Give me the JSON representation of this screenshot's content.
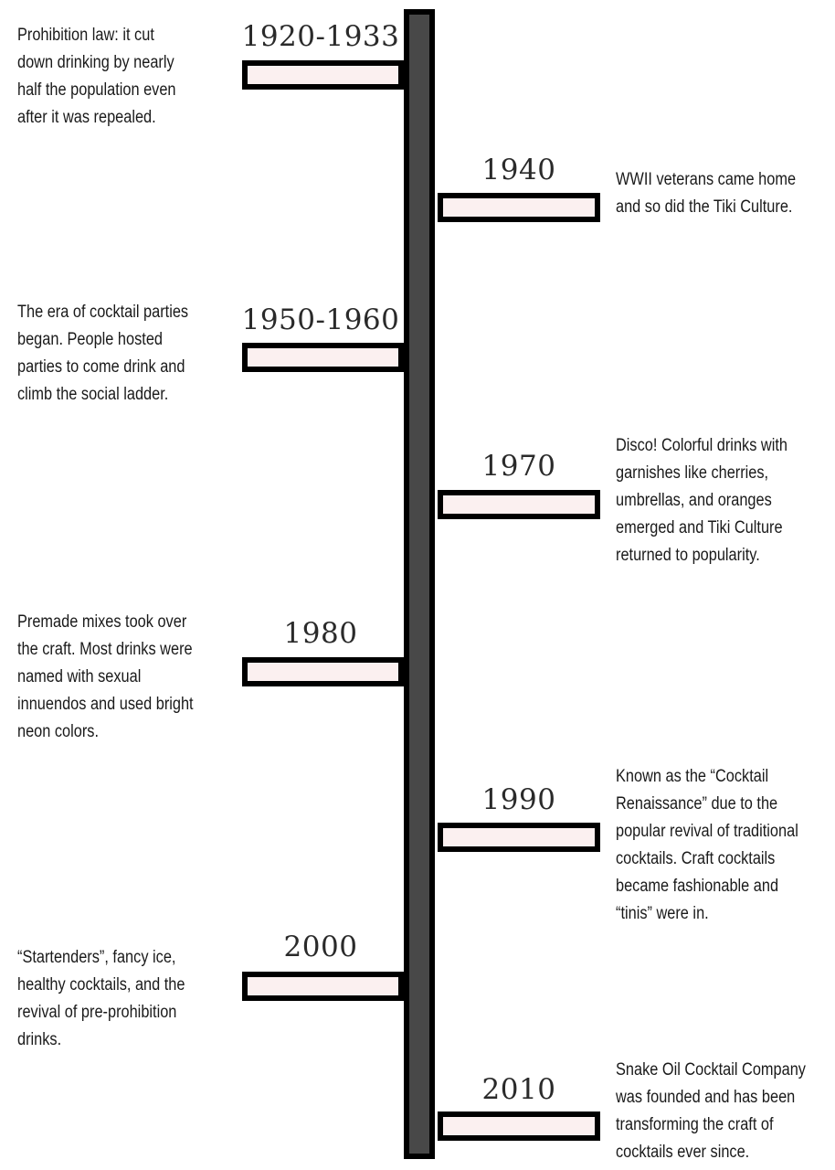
{
  "timeline": {
    "events": [
      {
        "year": "1920-1933",
        "side": "left",
        "text": "Prohibition law: it cut\ndown drinking by nearly\nhalf the population even\nafter it was repealed."
      },
      {
        "year": "1940",
        "side": "right",
        "text": "WWII veterans came home\nand so did the Tiki Culture."
      },
      {
        "year": "1950-1960",
        "side": "left",
        "text": "The era of cocktail parties\nbegan. People hosted\nparties to come drink and\nclimb the social ladder."
      },
      {
        "year": "1970",
        "side": "right",
        "text": "Disco! Colorful drinks with\ngarnishes like cherries,\numbrellas, and oranges\nemerged and Tiki Culture\nreturned to popularity."
      },
      {
        "year": "1980",
        "side": "left",
        "text": "Premade mixes took over\nthe craft. Most drinks were\nnamed with sexual\ninnuendos and used bright\nneon colors."
      },
      {
        "year": "1990",
        "side": "right",
        "text": "Known as the “Cocktail\nRenaissance” due to the\npopular revival of traditional\ncocktails. Craft cocktails\nbecame fashionable and\n“tinis” were in."
      },
      {
        "year": "2000",
        "side": "left",
        "text": "“Startenders”, fancy ice,\nhealthy cocktails, and the\nrevival of pre-prohibition\ndrinks."
      },
      {
        "year": "2010",
        "side": "right",
        "text": "Snake Oil Cocktail Company\nwas founded and has been\ntransforming the craft of\ncocktails ever since."
      }
    ]
  },
  "colors": {
    "spine": "#484848",
    "bar_fill": "#fbf0f0",
    "outline": "#000000"
  }
}
